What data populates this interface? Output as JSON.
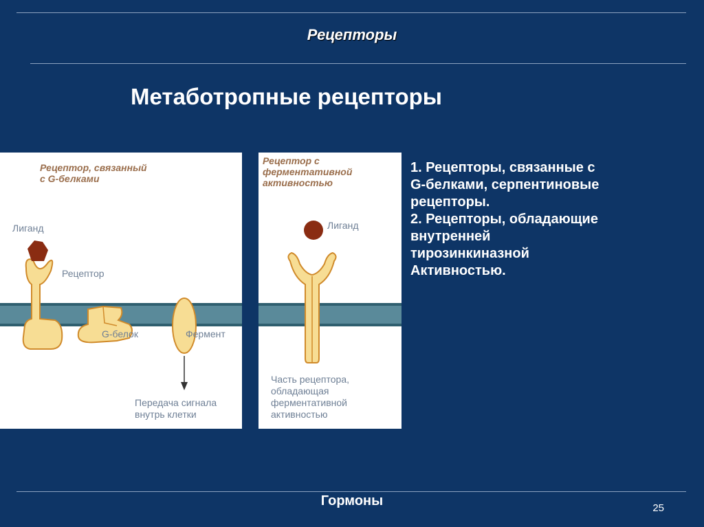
{
  "header": {
    "title": "Рецепторы"
  },
  "slide": {
    "title": "Метаботропные рецепторы"
  },
  "left_diagram": {
    "caption_line1": "Рецептор, связанный",
    "caption_line2": "с G-белками",
    "ligand_label": "Лиганд",
    "receptor_label": "Рецептор",
    "gprotein_label": "G-белок",
    "enzyme_label": "Фермент",
    "signal_line1": "Передача сигнала",
    "signal_line2": "внутрь клетки"
  },
  "right_diagram": {
    "caption_line1": "Рецептор с",
    "caption_line2": "ферментативной",
    "caption_line3": "активностью",
    "ligand_label": "Лиганд",
    "part_line1": "Часть рецептора,",
    "part_line2": "обладающая",
    "part_line3": "ферментативной",
    "part_line4": "активностью"
  },
  "text": {
    "line1": "1. Рецепторы, связанные с",
    "line2": "G-белками, серпентиновые",
    "line3": "рецепторы.",
    "line4": "2. Рецепторы, обладающие",
    "line5": "внутренней",
    "line6": "тирозинкиназной",
    "line7": "Активностью."
  },
  "footer": {
    "title": "Гормоны",
    "page_number": "25"
  },
  "colors": {
    "background": "#0e3566",
    "membrane": "#5a8a9a",
    "receptor_fill": "#f7dd94",
    "receptor_stroke": "#d08a2a",
    "ligand": "#8a2c12"
  }
}
